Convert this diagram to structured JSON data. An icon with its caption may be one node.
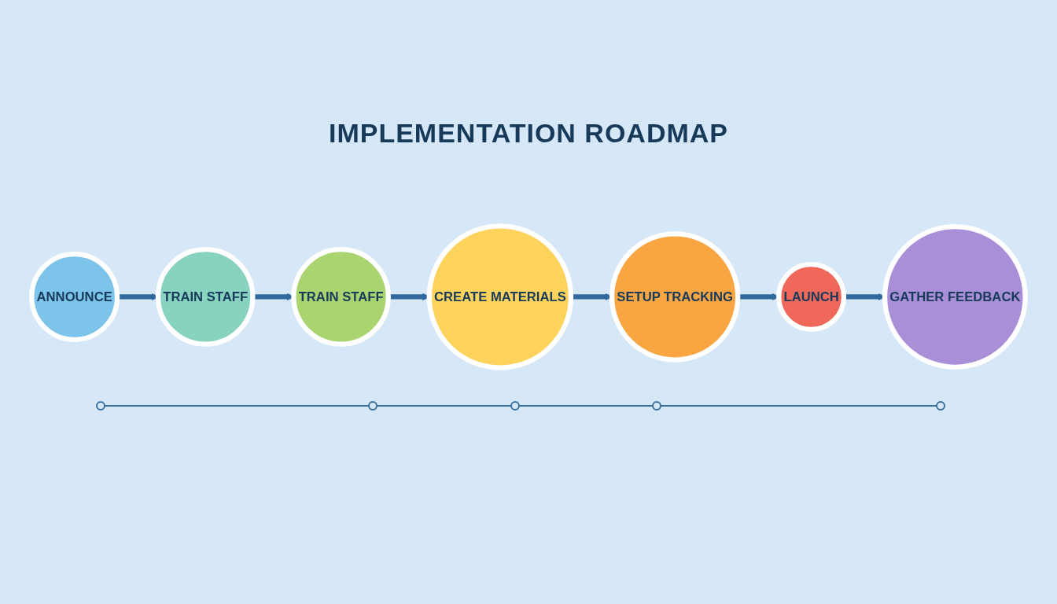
{
  "diagram": {
    "title": "IMPLEMENTATION ROADMAP",
    "nodes": [
      {
        "text": [
          "ANNOUNCE"
        ]
      },
      {
        "text": [
          "TRAIN STAFF"
        ]
      },
      {
        "text": [
          "TRAIN STAFF"
        ]
      },
      {
        "text": [
          "CREATE MATERIALS"
        ]
      },
      {
        "text": [
          "SETUP TRACKING"
        ]
      },
      {
        "text": [
          "LAUNCH"
        ]
      },
      {
        "text": [
          "GATHER FEEDBACK"
        ]
      }
    ],
    "edges": [
      {
        "from": 0,
        "to": 1,
        "arrow": "to"
      },
      {
        "from": 1,
        "to": 2,
        "arrow": "to"
      },
      {
        "from": 2,
        "to": 3,
        "arrow": "to"
      },
      {
        "from": 3,
        "to": 4,
        "arrow": "to"
      },
      {
        "from": 4,
        "to": 5,
        "arrow": "to"
      },
      {
        "from": 5,
        "to": 6,
        "arrow": "to"
      }
    ]
  }
}
